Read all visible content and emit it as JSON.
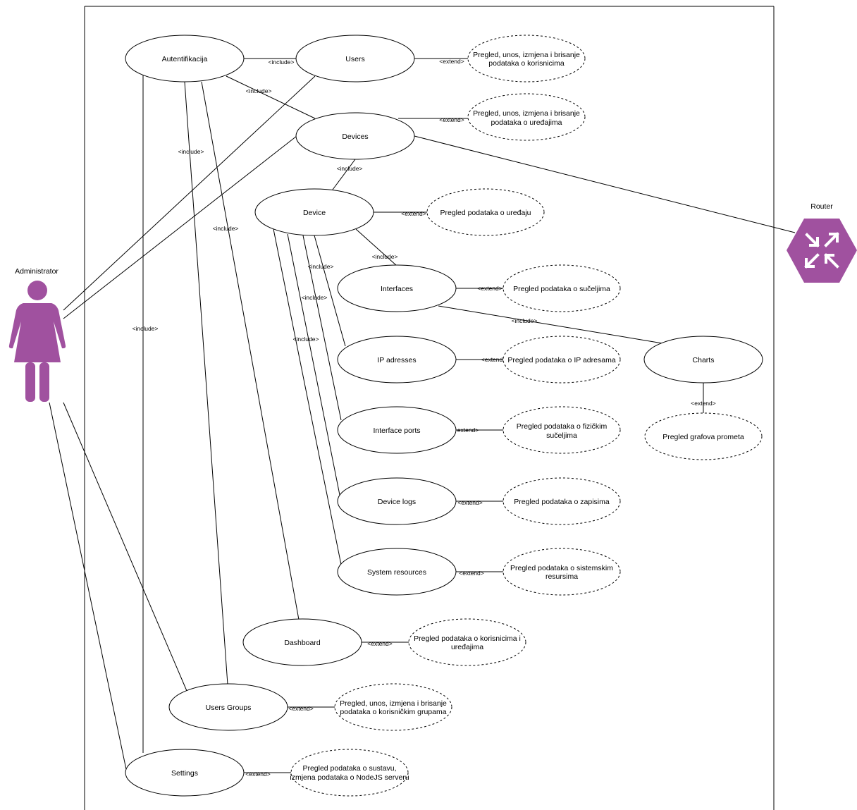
{
  "colors": {
    "actor": "#a0519f",
    "stroke": "#000000",
    "background": "#ffffff"
  },
  "actors": {
    "administrator": "Administrator",
    "router": "Router"
  },
  "router_icon": "router-icon",
  "use_cases": {
    "autentifikacija": "Autentifikacija",
    "users": "Users",
    "devices": "Devices",
    "device": "Device",
    "interfaces": "Interfaces",
    "ip_adresses": "IP adresses",
    "interface_ports": "Interface ports",
    "device_logs": "Device logs",
    "system_resources": "System resources",
    "charts": "Charts",
    "dashboard": "Dashboard",
    "users_groups": "Users Groups",
    "settings": "Settings"
  },
  "extensions": {
    "users_ext": [
      "Pregled, unos, izmjena i brisanje",
      "podataka o korisnicima"
    ],
    "devices_ext": [
      "Pregled, unos, izmjena i brisanje",
      "podataka o uređajima"
    ],
    "device_ext": [
      "Pregled podataka o uređaju"
    ],
    "interfaces_ext": [
      "Pregled podataka o sučeljima"
    ],
    "ip_ext": [
      "Pregled podataka o IP adresama"
    ],
    "ports_ext": [
      "Pregled podataka o fizičkim",
      "sučeljima"
    ],
    "logs_ext": [
      "Pregled podataka o zapisima"
    ],
    "sysres_ext": [
      "Pregled podataka o sistemskim",
      "resursima"
    ],
    "charts_ext": [
      "Pregled grafova prometa"
    ],
    "dashboard_ext": [
      "Pregled podataka o korisnicima i",
      "uređajima"
    ],
    "groups_ext": [
      "Pregled, unos, izmjena i brisanje",
      "podataka o korisničkim grupama"
    ],
    "settings_ext": [
      "Pregled podataka o sustavu,",
      "izmjena podataka o NodeJS serveru"
    ]
  },
  "relation_labels": {
    "include": "<include>",
    "extend": "<extend>",
    "extend_partial_a": "<extend",
    "extend_partial_b": "extend>"
  }
}
